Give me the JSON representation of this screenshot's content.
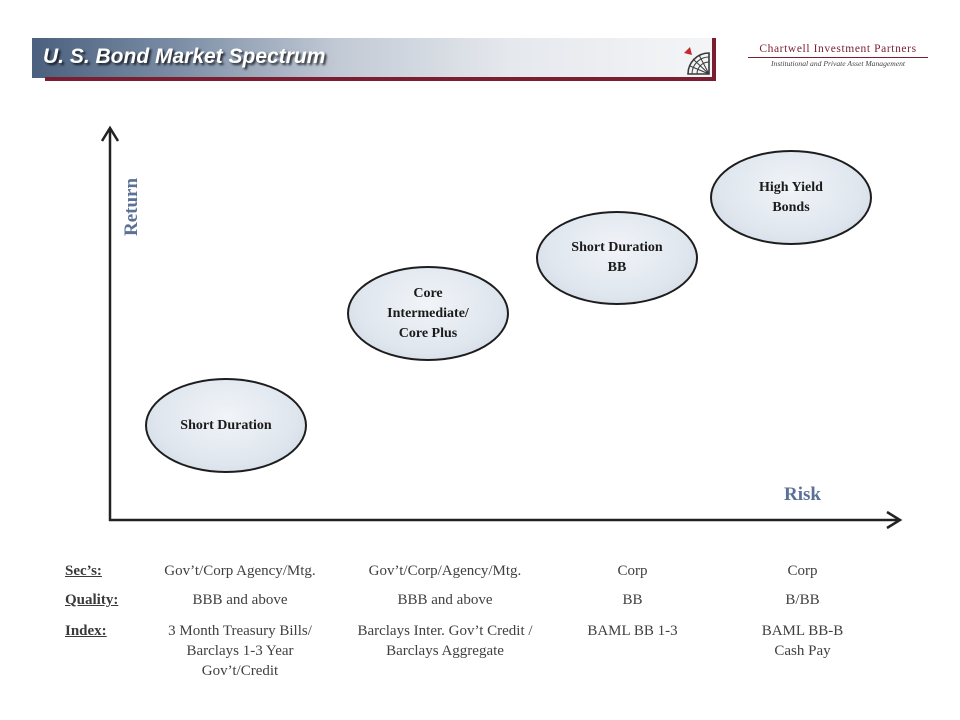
{
  "header": {
    "title": "U. S. Bond Market Spectrum",
    "logo_icon": "compass-logo-icon"
  },
  "brand": {
    "name": "Chartwell Investment Partners",
    "tagline": "Institutional and Private Asset Management"
  },
  "colors": {
    "accent": "#7b1e31",
    "axis_label": "#5b7196",
    "node_fill": "#dfe6ee",
    "title_bar": "#4a607e"
  },
  "diagram": {
    "y_axis_label": "Return",
    "x_axis_label": "Risk",
    "nodes": [
      {
        "lines": [
          "Short Duration"
        ]
      },
      {
        "lines": [
          "Core",
          "Intermediate/",
          "Core Plus"
        ]
      },
      {
        "lines": [
          "Short Duration",
          "BB"
        ]
      },
      {
        "lines": [
          "High Yield",
          "Bonds"
        ]
      }
    ]
  },
  "table": {
    "row_labels": {
      "secs": "Sec’s:",
      "quality": "Quality:",
      "index": "Index:"
    },
    "columns": [
      {
        "secs": "Gov’t/Corp Agency/Mtg.",
        "quality": "BBB and above",
        "index": [
          "3 Month Treasury Bills/",
          "Barclays 1-3 Year",
          "Gov’t/Credit"
        ]
      },
      {
        "secs": "Gov’t/Corp/Agency/Mtg.",
        "quality": "BBB and above",
        "index": [
          "Barclays Inter. Gov’t Credit /",
          "Barclays Aggregate"
        ]
      },
      {
        "secs": "Corp",
        "quality": "BB",
        "index": [
          "BAML BB 1-3"
        ]
      },
      {
        "secs": "Corp",
        "quality": "B/BB",
        "index": [
          "BAML BB-B",
          "Cash Pay"
        ]
      }
    ]
  }
}
